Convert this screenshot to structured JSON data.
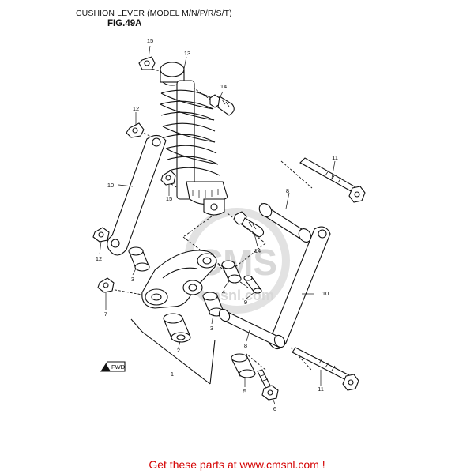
{
  "header": {
    "title": "CUSHION LEVER (MODEL M/N/P/R/S/T)",
    "figure": "FIG.49A"
  },
  "diagram": {
    "watermark_top": "CMS",
    "watermark_bottom": "cmsnl.com",
    "fwd_label": "FWD",
    "callouts": [
      {
        "id": "c15a",
        "label": "15"
      },
      {
        "id": "c13",
        "label": "13"
      },
      {
        "id": "c14a",
        "label": "14"
      },
      {
        "id": "c12a",
        "label": "12"
      },
      {
        "id": "c10a",
        "label": "10"
      },
      {
        "id": "c15b",
        "label": "15"
      },
      {
        "id": "c8a",
        "label": "8"
      },
      {
        "id": "c11a",
        "label": "11"
      },
      {
        "id": "c12b",
        "label": "12"
      },
      {
        "id": "c14b",
        "label": "14"
      },
      {
        "id": "c3a",
        "label": "3"
      },
      {
        "id": "c7",
        "label": "7"
      },
      {
        "id": "c4",
        "label": "4"
      },
      {
        "id": "c9",
        "label": "9"
      },
      {
        "id": "c3b",
        "label": "3"
      },
      {
        "id": "c2",
        "label": "2"
      },
      {
        "id": "c10b",
        "label": "10"
      },
      {
        "id": "c8b",
        "label": "8"
      },
      {
        "id": "c1",
        "label": "1"
      },
      {
        "id": "c5",
        "label": "5"
      },
      {
        "id": "c6",
        "label": "6"
      },
      {
        "id": "c11b",
        "label": "11"
      }
    ]
  },
  "footer": {
    "text": "Get these parts at www.cmsnl.com !"
  }
}
